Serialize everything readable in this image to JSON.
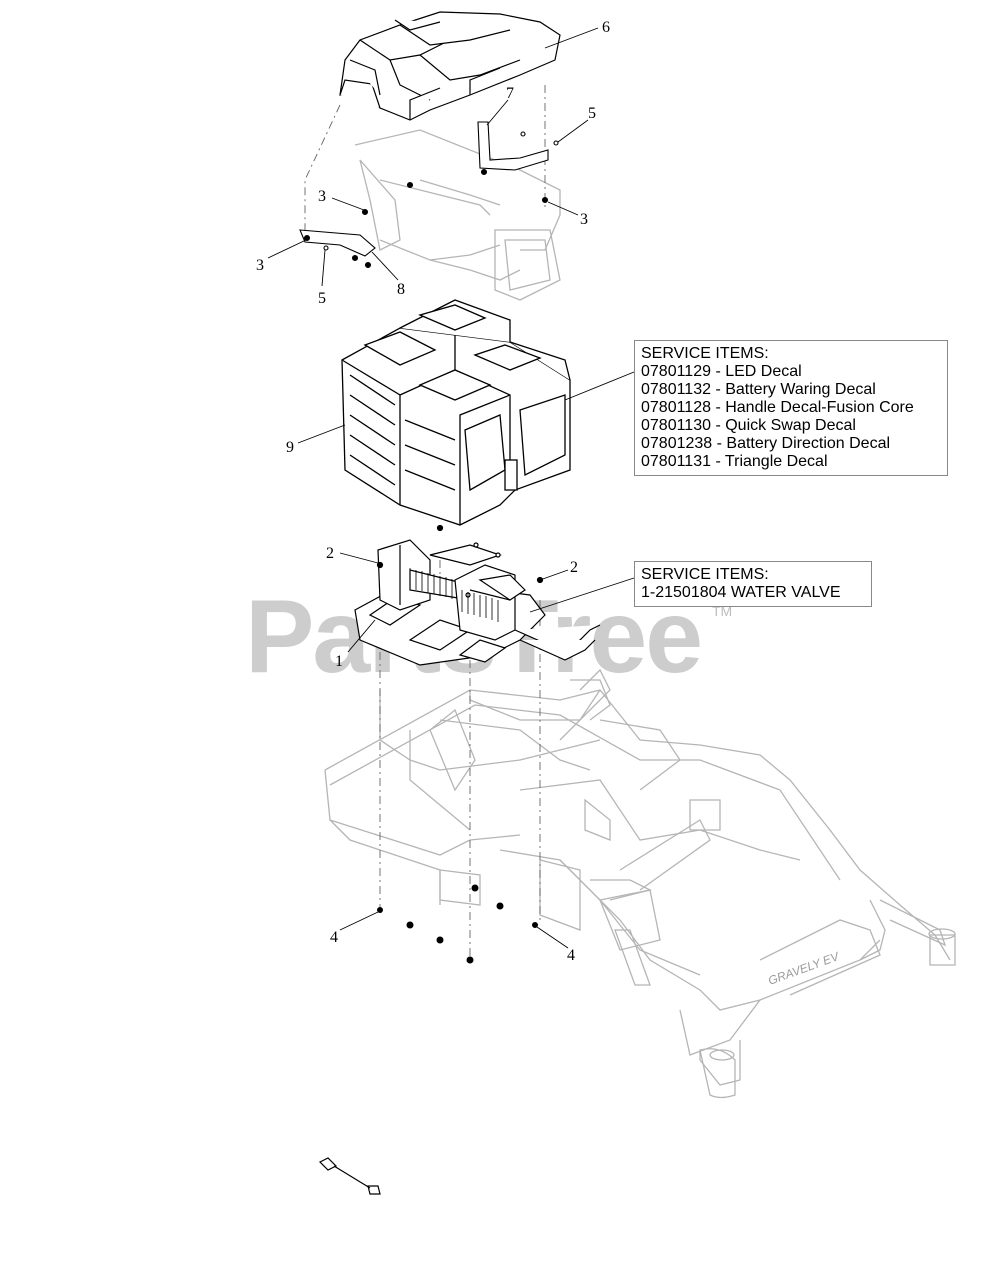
{
  "callouts": {
    "c6": "6",
    "c7": "7",
    "c5a": "5",
    "c3a": "3",
    "c3b": "3",
    "c3c": "3",
    "c5b": "5",
    "c8": "8",
    "c9": "9",
    "c2a": "2",
    "c2b": "2",
    "c1": "1",
    "c4a": "4",
    "c4b": "4"
  },
  "service_box_1": {
    "title": "SERVICE ITEMS:",
    "items": [
      "07801129 - LED Decal",
      "07801132 - Battery Waring Decal",
      "07801128 - Handle Decal-Fusion Core",
      "07801130 - Quick Swap Decal",
      "07801238 - Battery Direction Decal",
      "07801131 - Triangle Decal"
    ]
  },
  "service_box_2": {
    "title": "SERVICE ITEMS:",
    "items": [
      "1-21501804 WATER VALVE"
    ]
  },
  "watermark": {
    "text": "PartsTree",
    "tm": "TM"
  },
  "frame_logo_text": "GRAVELY EV",
  "colors": {
    "line": "#000000",
    "ghost": "#b5b5b5",
    "watermark": "#bdbdbd"
  }
}
